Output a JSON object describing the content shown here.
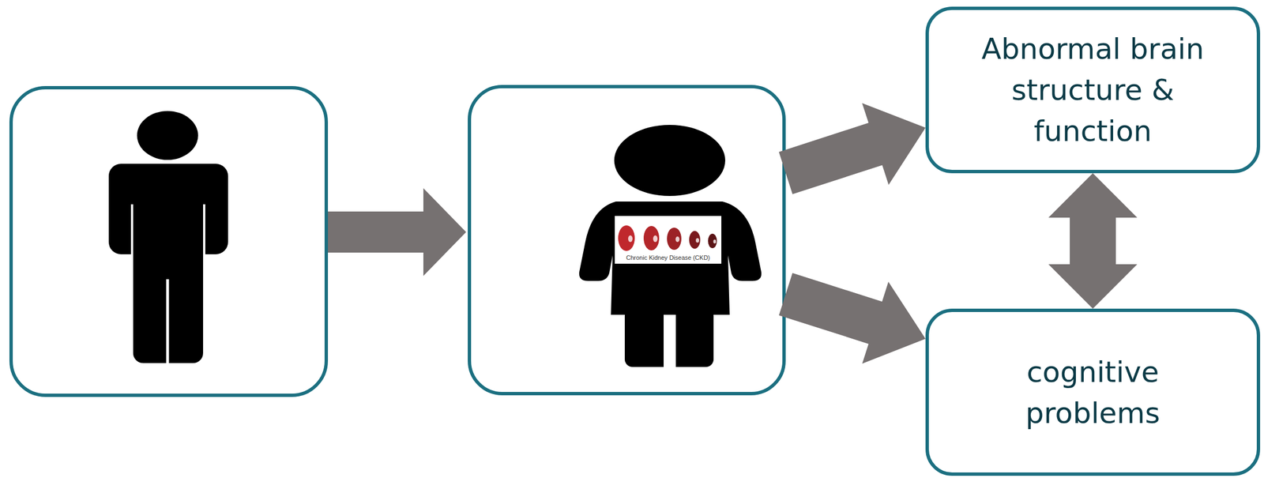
{
  "diagram": {
    "nodes": [
      {
        "text": [
          "Chronic Kidney Disease (CKD)"
        ]
      },
      {
        "text": [
          "Abnormal brain structure & function"
        ]
      },
      {
        "text": [
          "cognitive problems"
        ]
      }
    ],
    "edges": [
      {
        "from": 0,
        "to": 1,
        "arrow": "to"
      },
      {
        "from": 0,
        "to": 2,
        "arrow": "to"
      },
      {
        "from": 1,
        "to": 2,
        "arrow": "both"
      }
    ]
  }
}
